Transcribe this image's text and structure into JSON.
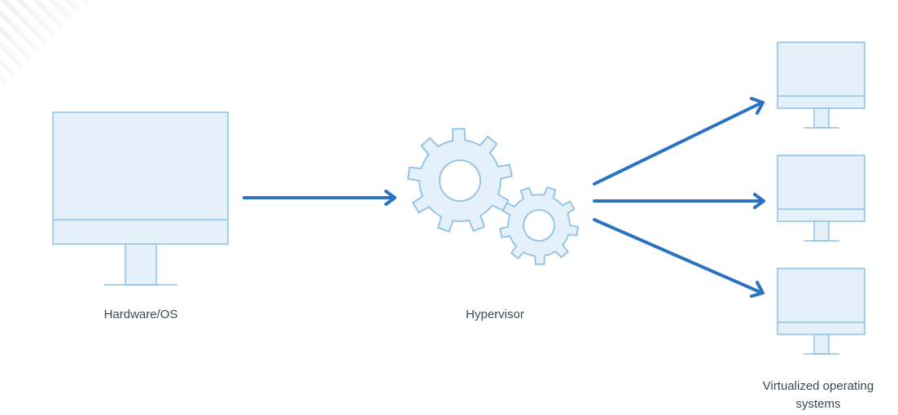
{
  "colors": {
    "accent": "#2b73c0",
    "outline": "#8ec1e6",
    "fill": "#e4f1fb",
    "text": "#3d4a54"
  },
  "nodes": {
    "hardware": {
      "label": "Hardware/OS",
      "icon": "monitor-icon"
    },
    "hypervisor": {
      "label": "Hypervisor",
      "icon": "gears-icon"
    },
    "virtual": {
      "label_line1": "Virtualized operating",
      "label_line2": "systems",
      "icon": "monitor-icon",
      "count": 3
    }
  },
  "connections": [
    {
      "from": "hardware",
      "to": "hypervisor"
    },
    {
      "from": "hypervisor",
      "to": "virtual-os-1"
    },
    {
      "from": "hypervisor",
      "to": "virtual-os-2"
    },
    {
      "from": "hypervisor",
      "to": "virtual-os-3"
    }
  ]
}
